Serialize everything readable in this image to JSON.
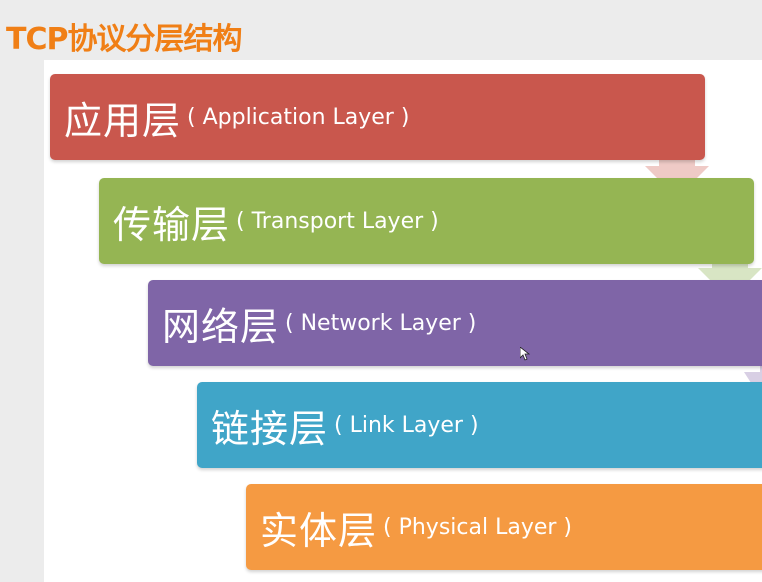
{
  "title": "TCP协议分层结构",
  "layers": [
    {
      "zh": "应用层",
      "en": "( Application Layer )",
      "color": "#c9574d"
    },
    {
      "zh": "传输层",
      "en": "( Transport Layer )",
      "color": "#95b553"
    },
    {
      "zh": "网络层",
      "en": "( Network Layer )",
      "color": "#7f65a7"
    },
    {
      "zh": "链接层",
      "en": "( Link Layer )",
      "color": "#40a5c8"
    },
    {
      "zh": "实体层",
      "en": "( Physical Layer )",
      "color": "#f59a42"
    }
  ],
  "arrow_colors": [
    "#efcac6",
    "#d8e5c4",
    "#d8cfe4"
  ],
  "title_color": "#f07f16"
}
